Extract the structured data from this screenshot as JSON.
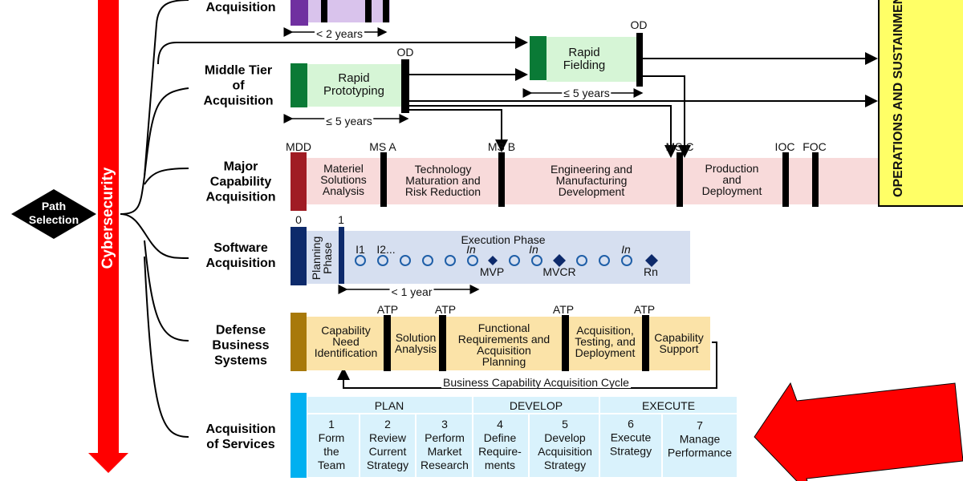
{
  "path_selection": "Path\nSelection",
  "cybersecurity": "Cybersecurity",
  "operations": "OPERATIONS AND SUSTAINMENT",
  "colors": {
    "red": "#ff0000",
    "ops": "#ffff66"
  },
  "rows": {
    "urgent": {
      "label": "Capability\nAcquisition",
      "duration": "< 2 years"
    },
    "middle": {
      "label": "Middle Tier\nof\nAcquisition",
      "prototyping": "Rapid\nPrototyping",
      "fielding": "Rapid\nFielding",
      "od": "OD",
      "proto_duration": "≤ 5 years",
      "field_duration": "≤ 5 years"
    },
    "major": {
      "label": "Major\nCapability\nAcquisition",
      "milestones": [
        "MDD",
        "MS A",
        "MS B",
        "MS C",
        "IOC",
        "FOC"
      ],
      "phases": [
        "Materiel\nSolutions\nAnalysis",
        "Technology\nMaturation and\nRisk Reduction",
        "Engineering and\nManufacturing\nDevelopment",
        "Production\nand\nDeployment"
      ]
    },
    "software": {
      "label": "Software\nAcquisition",
      "m0": "0",
      "m1": "1",
      "planning": "Planning\nPhase",
      "execution": "Execution Phase",
      "iterations": [
        "I1",
        "I2...",
        "In",
        "In",
        "In"
      ],
      "markers": [
        "MVP",
        "MVCR",
        "Rn"
      ],
      "duration": "< 1 year"
    },
    "dbs": {
      "label": "Defense\nBusiness\nSystems",
      "atp": "ATP",
      "phases": [
        "Capability\nNeed\nIdentification",
        "Solution\nAnalysis",
        "Functional\nRequirements and\nAcquisition\nPlanning",
        "Acquisition,\nTesting, and\nDeployment",
        "Capability\nSupport"
      ],
      "cycle": "Business Capability Acquisition Cycle"
    },
    "services": {
      "label": "Acquisition\nof Services",
      "groups": [
        "PLAN",
        "DEVELOP",
        "EXECUTE"
      ],
      "steps": [
        "1\nForm\nthe\nTeam",
        "2\nReview\nCurrent\nStrategy",
        "3\nPerform\nMarket\nResearch",
        "4\nDefine\nRequire-\nments",
        "5\nDevelop\nAcquisition\nStrategy",
        "6\nExecute\nStrategy",
        "7\nManage\nPerformance"
      ]
    }
  }
}
